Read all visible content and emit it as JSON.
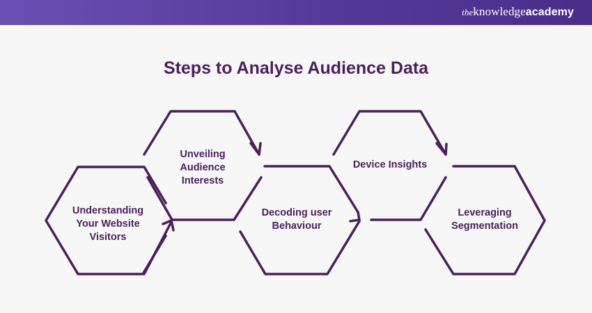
{
  "brand": {
    "the": "the",
    "knowledge": "knowledge",
    "academy": "academy"
  },
  "title": "Steps to Analyse Audience Data",
  "steps": [
    {
      "label": "Understanding\nYour Website\nVisitors"
    },
    {
      "label": "Unveiling\nAudience\nInterests"
    },
    {
      "label": "Decoding user\nBehaviour"
    },
    {
      "label": "Device Insights"
    },
    {
      "label": "Leveraging\nSegmentation"
    }
  ],
  "colors": {
    "header_start": "#6b50b4",
    "header_end": "#4a2d8b",
    "stroke": "#4a1f5c",
    "text": "#4a1f5c",
    "background": "#f7f7f8"
  }
}
